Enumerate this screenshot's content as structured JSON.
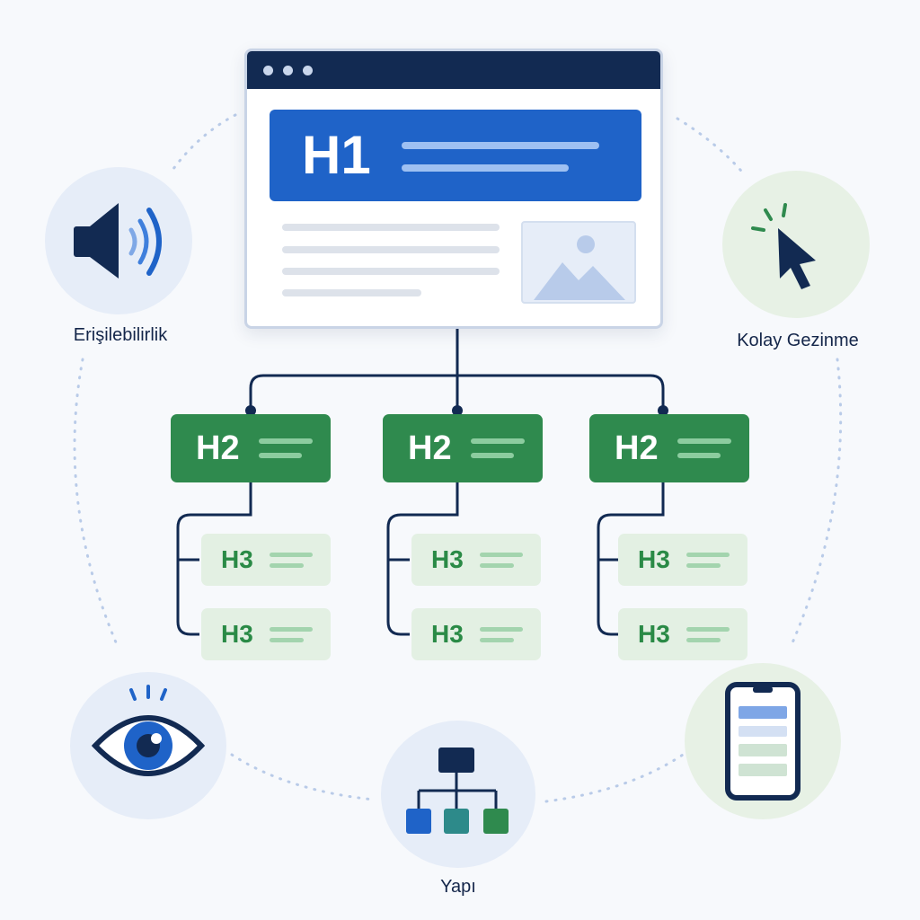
{
  "browser": {
    "heading": "H1"
  },
  "sections": [
    {
      "heading": "H2",
      "subsections": [
        {
          "heading": "H3"
        },
        {
          "heading": "H3"
        }
      ]
    },
    {
      "heading": "H2",
      "subsections": [
        {
          "heading": "H3"
        },
        {
          "heading": "H3"
        }
      ]
    },
    {
      "heading": "H2",
      "subsections": [
        {
          "heading": "H3"
        },
        {
          "heading": "H3"
        }
      ]
    }
  ],
  "features": [
    {
      "label": "Erişilebilirlik",
      "icon": "speaker-icon"
    },
    {
      "label": "Kolay Gezinme",
      "icon": "cursor-click-icon"
    },
    {
      "label": "",
      "icon": "eye-icon"
    },
    {
      "label": "Yapı",
      "icon": "hierarchy-icon"
    },
    {
      "label": "",
      "icon": "mobile-phone-icon"
    }
  ],
  "colors": {
    "navy": "#122a52",
    "h1_blue": "#1f63c8",
    "h2_green": "#2f8a4e",
    "h3_green_bg": "#e3f0e3",
    "h3_text": "#2a8a46",
    "circle_blue": "#e6edf8",
    "circle_green": "#e7f1e5",
    "dotted_ring": "#b9cbe8"
  }
}
